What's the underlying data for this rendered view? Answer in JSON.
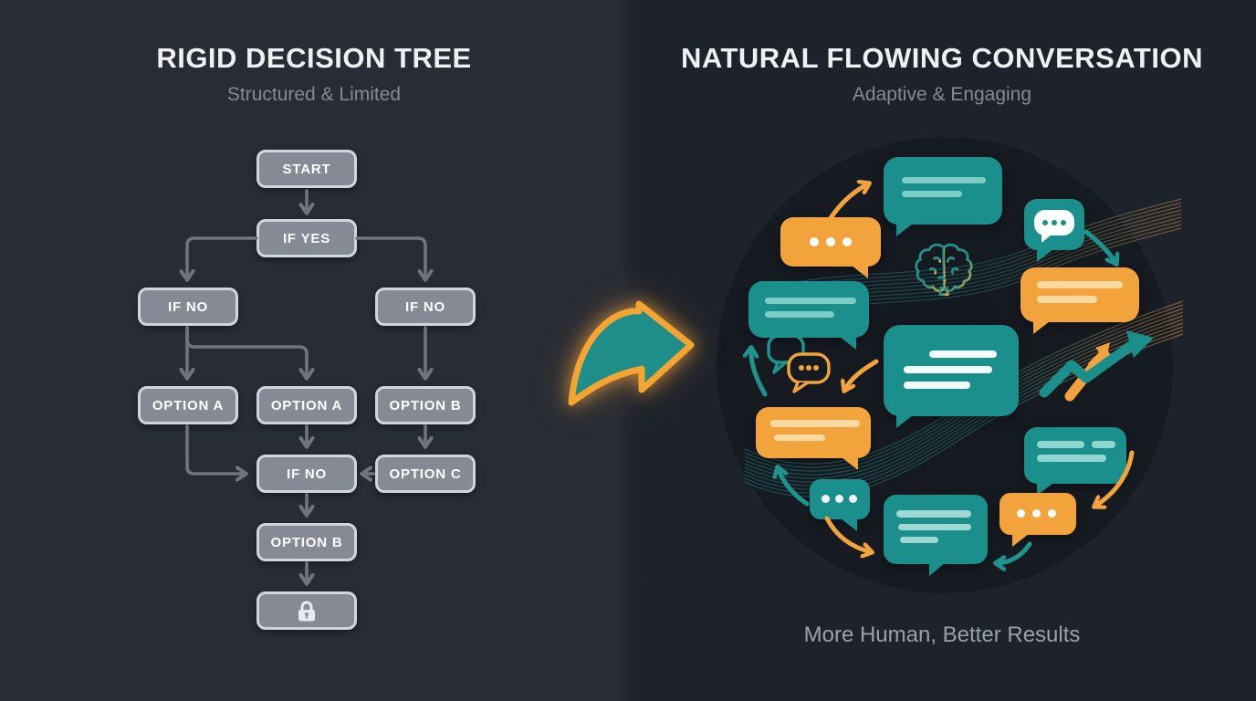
{
  "left_panel": {
    "title": "RIGID DECISION TREE",
    "subtitle": "Structured & Limited",
    "flowchart": {
      "nodes": [
        {
          "label": "START"
        },
        {
          "label": "IF YES"
        },
        {
          "label": "IF NO"
        },
        {
          "label": "IF NO"
        },
        {
          "label": "OPTION A"
        },
        {
          "label": "OPTION A"
        },
        {
          "label": "OPTION B"
        },
        {
          "label": "IF NO"
        },
        {
          "label": "OPTION C"
        },
        {
          "label": "OPTION B"
        },
        {
          "label": "",
          "icon": "lock-icon"
        }
      ]
    }
  },
  "center": {
    "icon": "curved-transition-arrow"
  },
  "right_panel": {
    "title": "NATURAL FLOWING CONVERSATION",
    "subtitle": "Adaptive & Engaging",
    "caption": "More Human, Better Results",
    "icons": [
      "chat-bubble-icon",
      "typing-dots-icon",
      "speech-balloon-icon",
      "brain-icon",
      "chat-outline-pair-icon",
      "trending-up-arrow-icon"
    ]
  },
  "colors": {
    "teal": "#1b8f8b",
    "teal_light": "#8fd6d0",
    "orange": "#f2a33c",
    "orange_light": "#fbd9a0",
    "left_background": "#282c34",
    "right_background": "#1e222b",
    "circle_background": "#161a21",
    "node_fill": "#8d939c",
    "node_border": "#d2d6dc",
    "connector": "#6f747d",
    "title_text": "#eef0f2",
    "subtitle_text": "#858b94",
    "caption_text": "#9aa1ab"
  }
}
